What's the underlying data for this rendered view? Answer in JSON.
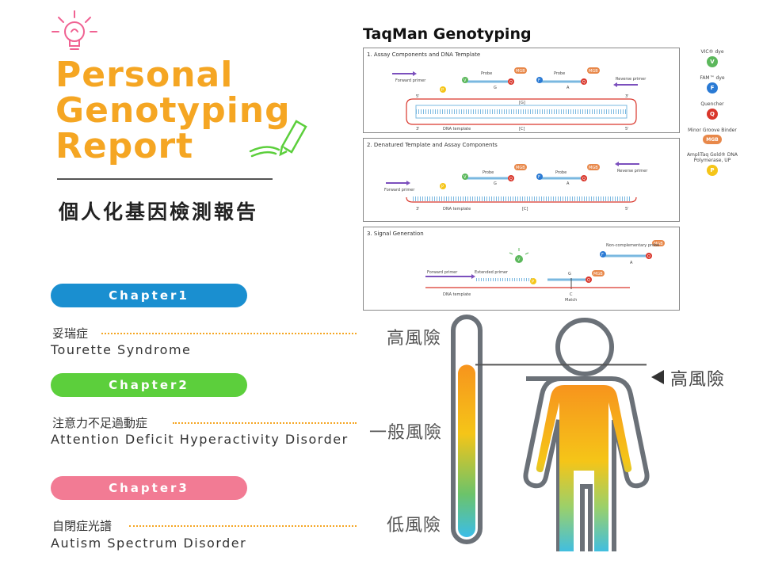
{
  "header": {
    "title_lines": [
      "Personal",
      "Genotyping",
      "Report"
    ],
    "subtitle_zh": "個人化基因檢測報告"
  },
  "chapters": [
    {
      "label": "Chapter1",
      "color": "#1a8fd0",
      "zh": "妥瑞症",
      "en": "Tourette Syndrome"
    },
    {
      "label": "Chapter2",
      "color": "#5ccf3c",
      "zh": "注意力不足過動症",
      "en": "Attention Deficit Hyperactivity Disorder"
    },
    {
      "label": "Chapter3",
      "color": "#f27b94",
      "zh": "自閉症光譜",
      "en": "Autism Spectrum Disorder"
    }
  ],
  "diagram": {
    "title": "TaqMan Genotyping",
    "panels": [
      {
        "title": "1. Assay Components and DNA Template",
        "labels": {
          "forward_primer": "Forward primer",
          "reverse_primer": "Reverse primer",
          "probe": "Probe",
          "dna_template": "DNA template",
          "allele_g": "G",
          "allele_a": "A",
          "bracket_g": "[G]",
          "bracket_c": "[C]",
          "five_prime": "5'",
          "three_prime": "3'"
        }
      },
      {
        "title": "2. Denatured Template and Assay Components",
        "labels": {
          "forward_primer": "Forward primer",
          "reverse_primer": "Reverse primer",
          "probe": "Probe",
          "dna_template": "DNA template",
          "allele_g": "G",
          "allele_a": "A",
          "bracket_c": "[C]",
          "five_prime": "5'",
          "three_prime": "3'"
        }
      },
      {
        "title": "3. Signal Generation",
        "labels": {
          "forward_primer": "Forward primer",
          "extended_primer": "Extended primer",
          "noncomp_probe": "Non-complementary\nprobe",
          "dna_template": "DNA template",
          "match": "Match",
          "allele_g": "G",
          "allele_c": "C",
          "allele_a": "A"
        }
      }
    ],
    "legend": [
      {
        "label": "VIC® dye",
        "symbol": "V",
        "color": "#5cb85c",
        "shape": "dot"
      },
      {
        "label": "FAM™ dye",
        "symbol": "F",
        "color": "#2a7ad4",
        "shape": "dot"
      },
      {
        "label": "Quencher",
        "symbol": "Q",
        "color": "#d9362b",
        "shape": "dot"
      },
      {
        "label": "Minor Groove Binder",
        "symbol": "MGB",
        "color": "#e8884a",
        "shape": "pill"
      },
      {
        "label": "AmpliTaq Gold® DNA Polymerase, UP",
        "symbol": "P",
        "color": "#f5c518",
        "shape": "dot"
      }
    ],
    "bead_labels": {
      "v": "V",
      "f": "F",
      "q": "Q",
      "p": "P",
      "mgb": "MGB"
    }
  },
  "risk": {
    "high_label": "高風險",
    "mid_label": "一般風險",
    "low_label": "低風險",
    "indicator_label": "高風險",
    "level_fraction": 0.8,
    "colors": [
      "#f7941d",
      "#f5c518",
      "#6cc36a",
      "#3bbde8"
    ]
  }
}
